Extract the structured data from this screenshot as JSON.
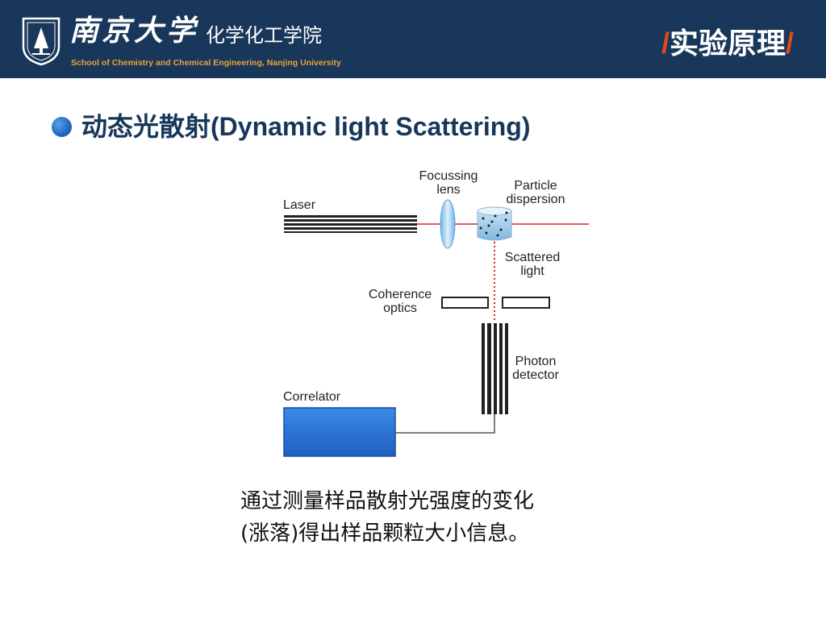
{
  "header": {
    "university_name": "南京大学",
    "school_name": "化学化工学院",
    "school_name_en": "School of Chemistry and Chemical Engineering, Nanjing University",
    "section_slash_left": "/",
    "section_title": "实验原理",
    "section_slash_right": "/",
    "colors": {
      "background": "#19375a",
      "accent": "#e04a1a",
      "subtitle": "#e8a23a"
    }
  },
  "bullet": {
    "icon": "bullet-dot-icon",
    "text": "动态光散射(Dynamic light Scattering)"
  },
  "diagram": {
    "labels": {
      "laser": "Laser",
      "focussing_lens": [
        "Focussing",
        "lens"
      ],
      "particle_dispersion": [
        "Particle",
        "dispersion"
      ],
      "scattered_light": [
        "Scattered",
        "light"
      ],
      "coherence_optics": [
        "Coherence",
        "optics"
      ],
      "photon_detector": [
        "Photon",
        "detector"
      ],
      "correlator": "Correlator"
    },
    "colors": {
      "laser_beam": "#e02020",
      "correlator": "#2a74d8"
    }
  },
  "caption": {
    "line1": "通过测量样品散射光强度的变化",
    "line2": "(涨落)得出样品颗粒大小信息。"
  }
}
